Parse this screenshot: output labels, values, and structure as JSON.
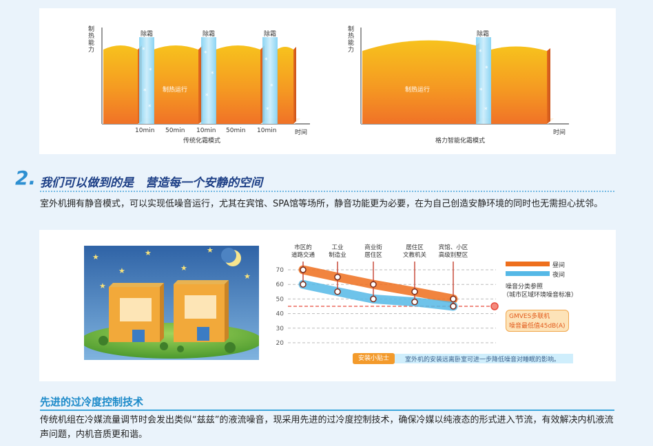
{
  "defrost_charts": {
    "left": {
      "y_label": [
        "制",
        "热",
        "能",
        "力"
      ],
      "defrost_label": "除霜",
      "inner_label": "制热运行",
      "x_ticks": [
        "10min",
        "50min",
        "10min",
        "50min",
        "10min"
      ],
      "x_axis_end": "时间",
      "caption": "传统化霜模式"
    },
    "right": {
      "y_label": [
        "制",
        "热",
        "能",
        "力"
      ],
      "defrost_label": "除霜",
      "inner_label": "制热运行",
      "x_axis_end": "时间",
      "caption": "格力智能化霜模式"
    }
  },
  "section2": {
    "number": "2.",
    "title": "我们可以做到的是　营造每一个安静的空间",
    "paragraph": "室外机拥有静音模式，可以实现低噪音运行，尤其在宾馆、SPA馆等场所，静音功能更为必要，在为自己创造安静环境的同时也无需担心扰邻。"
  },
  "chart_data": {
    "type": "line",
    "categories": [
      "市区的\n道路交通",
      "工业\n制造业",
      "商业街\n居住区",
      "居住区\n文教机关",
      "宾馆、小区\n高级别墅区"
    ],
    "series": [
      {
        "name": "昼间",
        "values": [
          70,
          65,
          60,
          55,
          50
        ]
      },
      {
        "name": "夜间",
        "values": [
          60,
          55,
          50,
          48,
          45
        ]
      }
    ],
    "y_ticks": [
      70,
      60,
      50,
      40,
      30,
      20
    ],
    "ylim": [
      20,
      70
    ],
    "grid": true,
    "legend_note": "噪音分类参照",
    "legend_note_sub": "（城市区域环境噪音标准）",
    "highlight_value": 45,
    "highlight_label": [
      "GMVES多联机",
      "噪音最低值45dB(A)"
    ],
    "tip_badge": "安装小贴士",
    "tip_text": "室外机的安装远离卧室可进一步降低噪音对睡眠的影响。",
    "colors": {
      "day": "#ee6f1d",
      "night": "#55b8e6",
      "highlight": "#e64a3c",
      "tip": "#f39a2b"
    }
  },
  "section3": {
    "title": "先进的过冷度控制技术",
    "paragraph": "传统机组在冷媒流量调节时会发出类似“兹兹”的液流噪音，现采用先进的过冷度控制技术，确保冷媒以纯液态的形式进入节流，有效解决内机液流声问题，内机音质更和谐。"
  }
}
